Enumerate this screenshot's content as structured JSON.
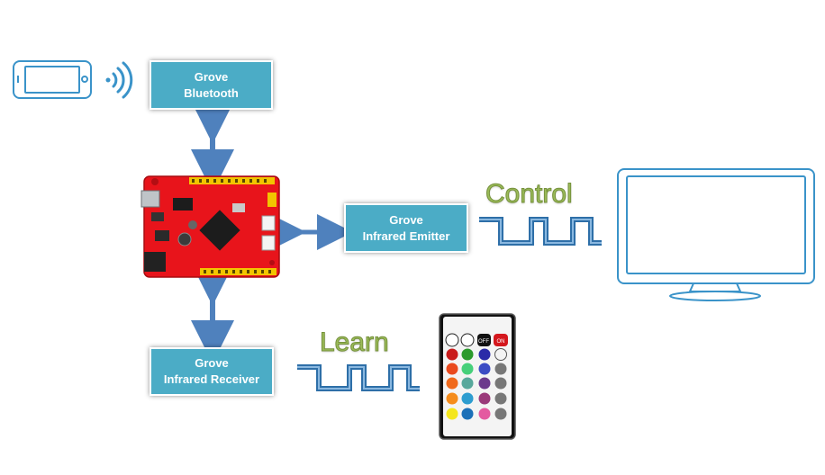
{
  "nodes": {
    "bluetooth": {
      "line1": "Grove",
      "line2": "Bluetooth"
    },
    "emitter": {
      "line1": "Grove",
      "line2": "Infrared Emitter"
    },
    "receiver": {
      "line1": "Grove",
      "line2": "Infrared Receiver"
    }
  },
  "labels": {
    "control": "Control",
    "learn": "Learn"
  },
  "remote": {
    "off_label": "OFF",
    "on_label": "ON"
  },
  "colors": {
    "box_fill": "#4bacc6",
    "arrow": "#4f81bd",
    "outline": "#3a93c9",
    "board": "#e8141b",
    "label_green": "#9bbb59"
  }
}
